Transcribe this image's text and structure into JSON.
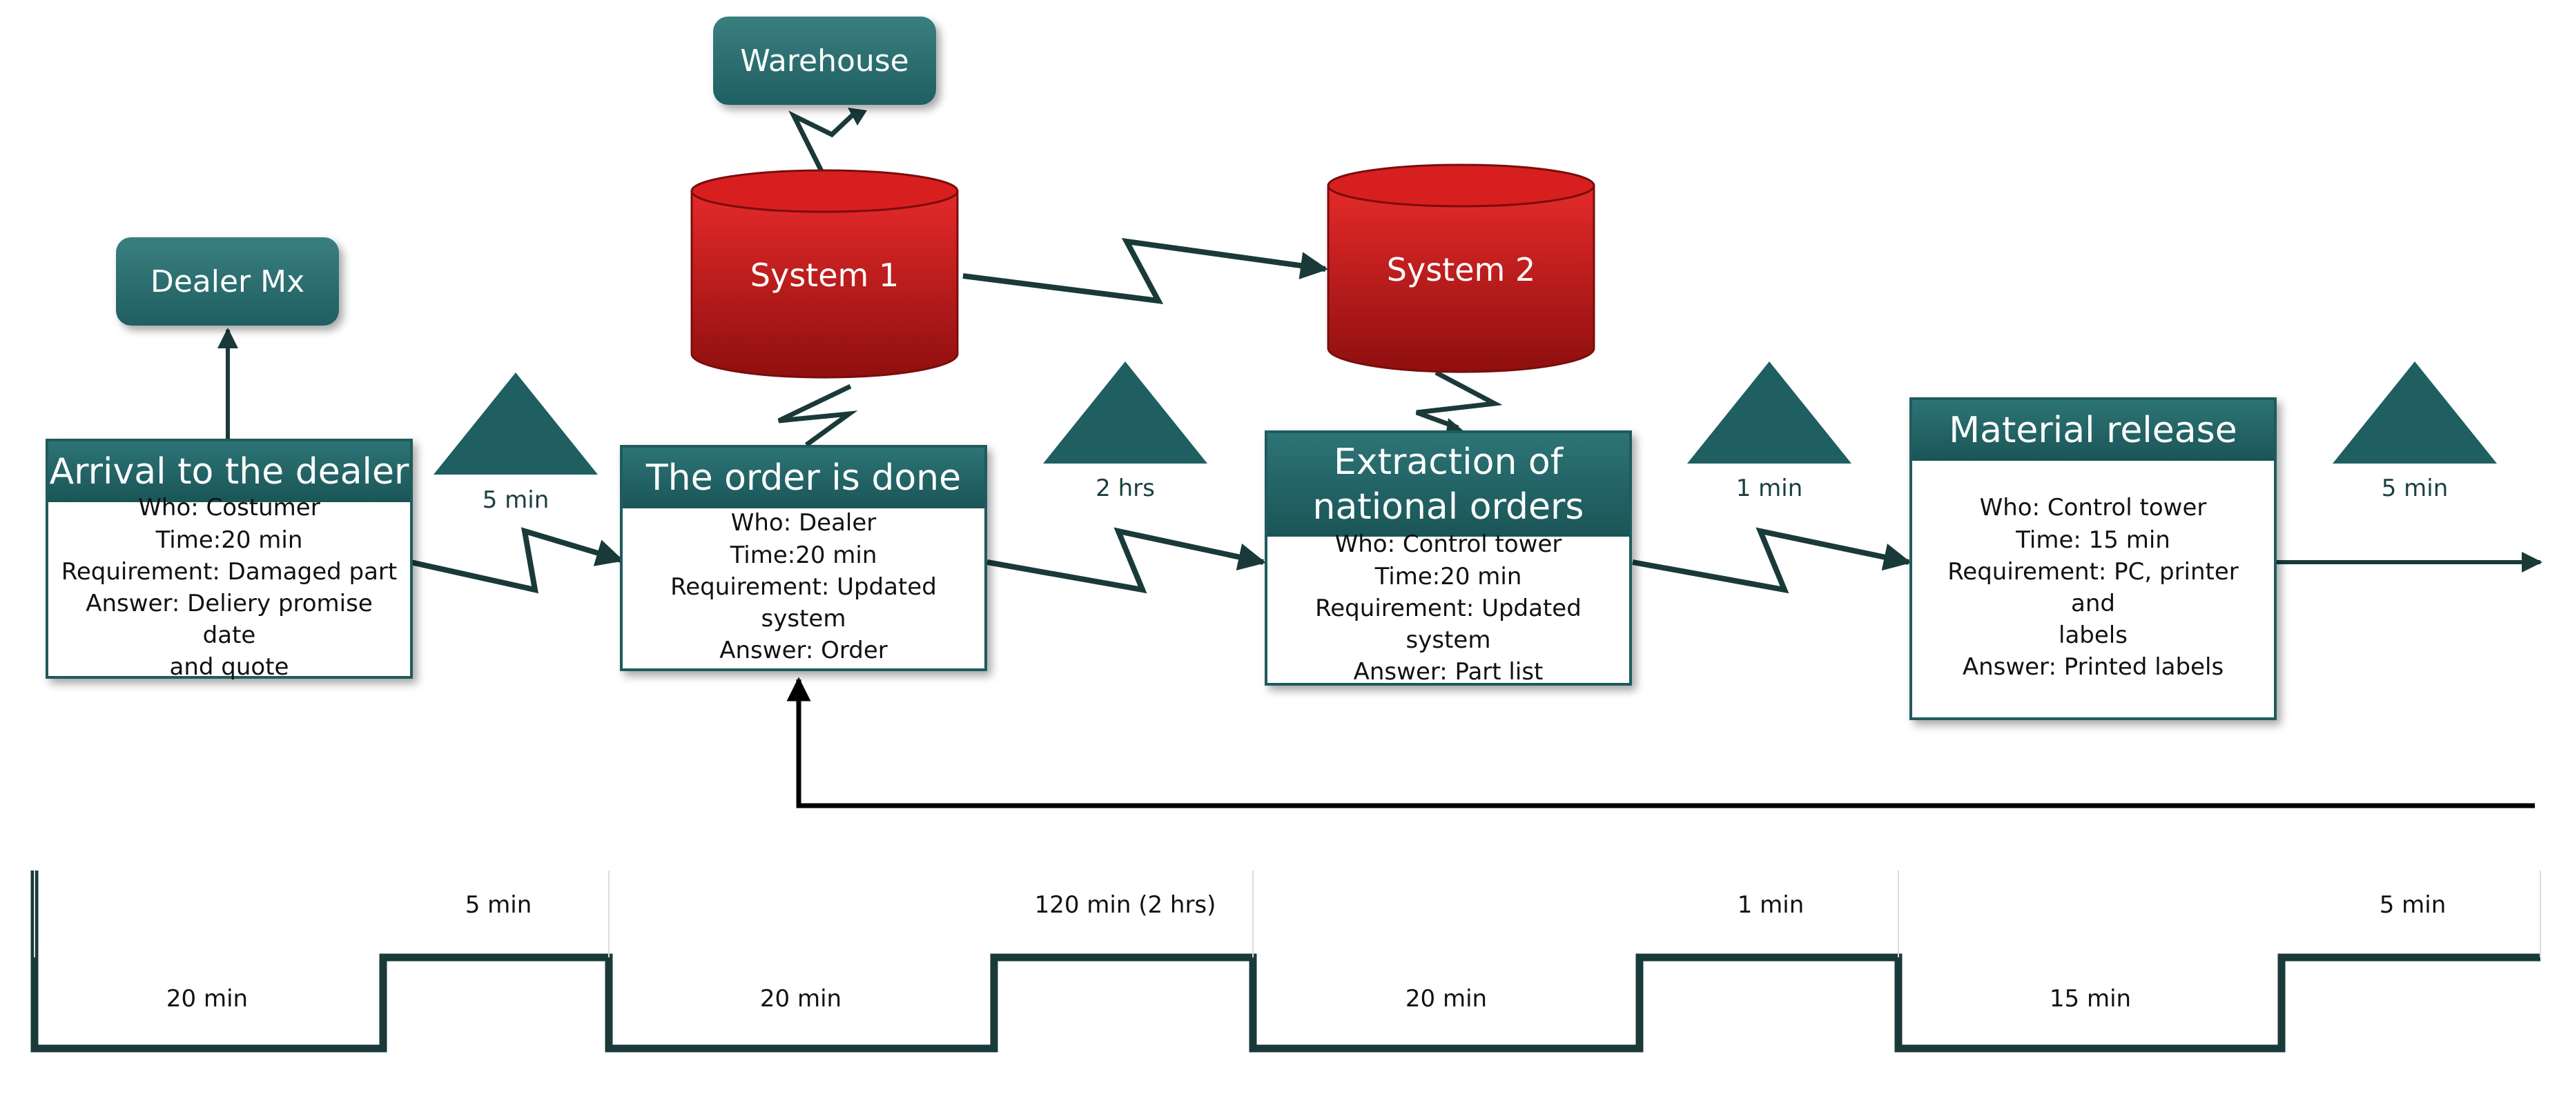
{
  "nodes": {
    "warehouse": "Warehouse",
    "dealer_mx": "Dealer Mx",
    "system1": "System 1",
    "system2": "System 2"
  },
  "processes": [
    {
      "title": "Arrival to the dealer",
      "lines": [
        "Who: Costumer",
        "Time:20 min",
        "Requirement: Damaged part",
        "Answer: Deliery promise date",
        "and quote"
      ]
    },
    {
      "title": "The order is done",
      "lines": [
        "Who: Dealer",
        "Time:20 min",
        "Requirement: Updated system",
        "Answer: Order"
      ]
    },
    {
      "title_lines": [
        "Extraction of",
        "national orders"
      ],
      "lines": [
        "Who: Control tower",
        "Time:20 min",
        "Requirement: Updated system",
        "Answer: Part list"
      ]
    },
    {
      "title": "Material release",
      "lines": [
        "Who: Control tower",
        "Time: 15 min",
        "Requirement: PC, printer and",
        "labels",
        "Answer: Printed labels"
      ]
    }
  ],
  "inventory": [
    "5 min",
    "2 hrs",
    "1 min",
    "5 min"
  ],
  "timeline": {
    "wait": [
      "5 min",
      "120 min (2 hrs)",
      "1 min",
      "5 min"
    ],
    "process": [
      "20 min",
      "20 min",
      "20 min",
      "15 min"
    ]
  },
  "colors": {
    "teal": "#1f5f61",
    "red": "#c81e1e",
    "dark": "#1a3a3a"
  }
}
